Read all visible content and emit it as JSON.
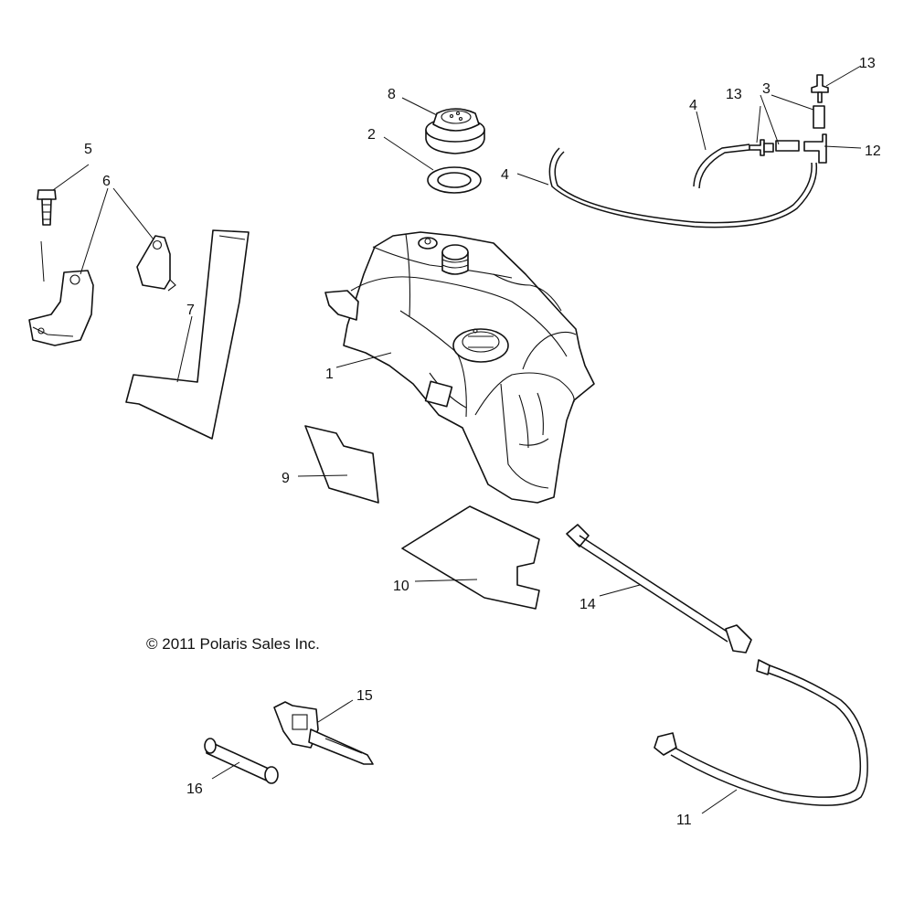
{
  "copyright": "© 2011 Polaris Sales Inc.",
  "callouts": {
    "fuel_tank": "1",
    "cap_seal": "2",
    "vent_hose_short": "3",
    "vent_hose_long_a": "4",
    "vent_hose_long_b": "4",
    "bolt": "5",
    "bracket": "6",
    "pad_l": "7",
    "fuel_cap": "8",
    "pad_small": "9",
    "pad_flat": "10",
    "fuel_line": "11",
    "tee_fitting": "12",
    "check_valve_top": "13",
    "check_valve_mid": "13",
    "fuel_line_assembly": "14",
    "clamp_tie": "15",
    "sleeve": "16"
  },
  "colors": {
    "line": "#111111",
    "background": "#ffffff"
  }
}
